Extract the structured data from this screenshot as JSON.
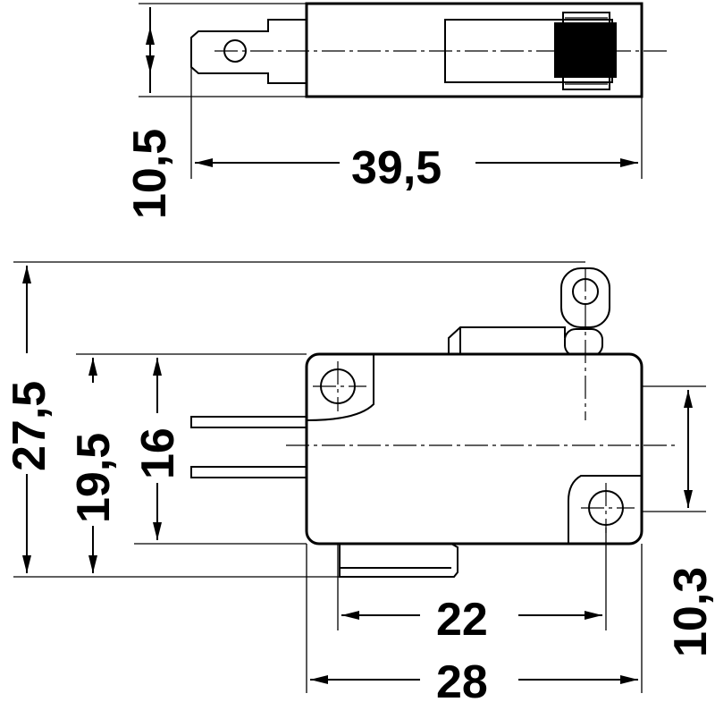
{
  "dimensions": {
    "top_height": "10,5",
    "top_length": "39,5",
    "overall_height": "27,5",
    "body_height_with_terminal": "19,5",
    "body_height": "16",
    "hole_spacing_vertical": "10,3",
    "hole_spacing_horizontal": "22",
    "body_length": "28"
  }
}
